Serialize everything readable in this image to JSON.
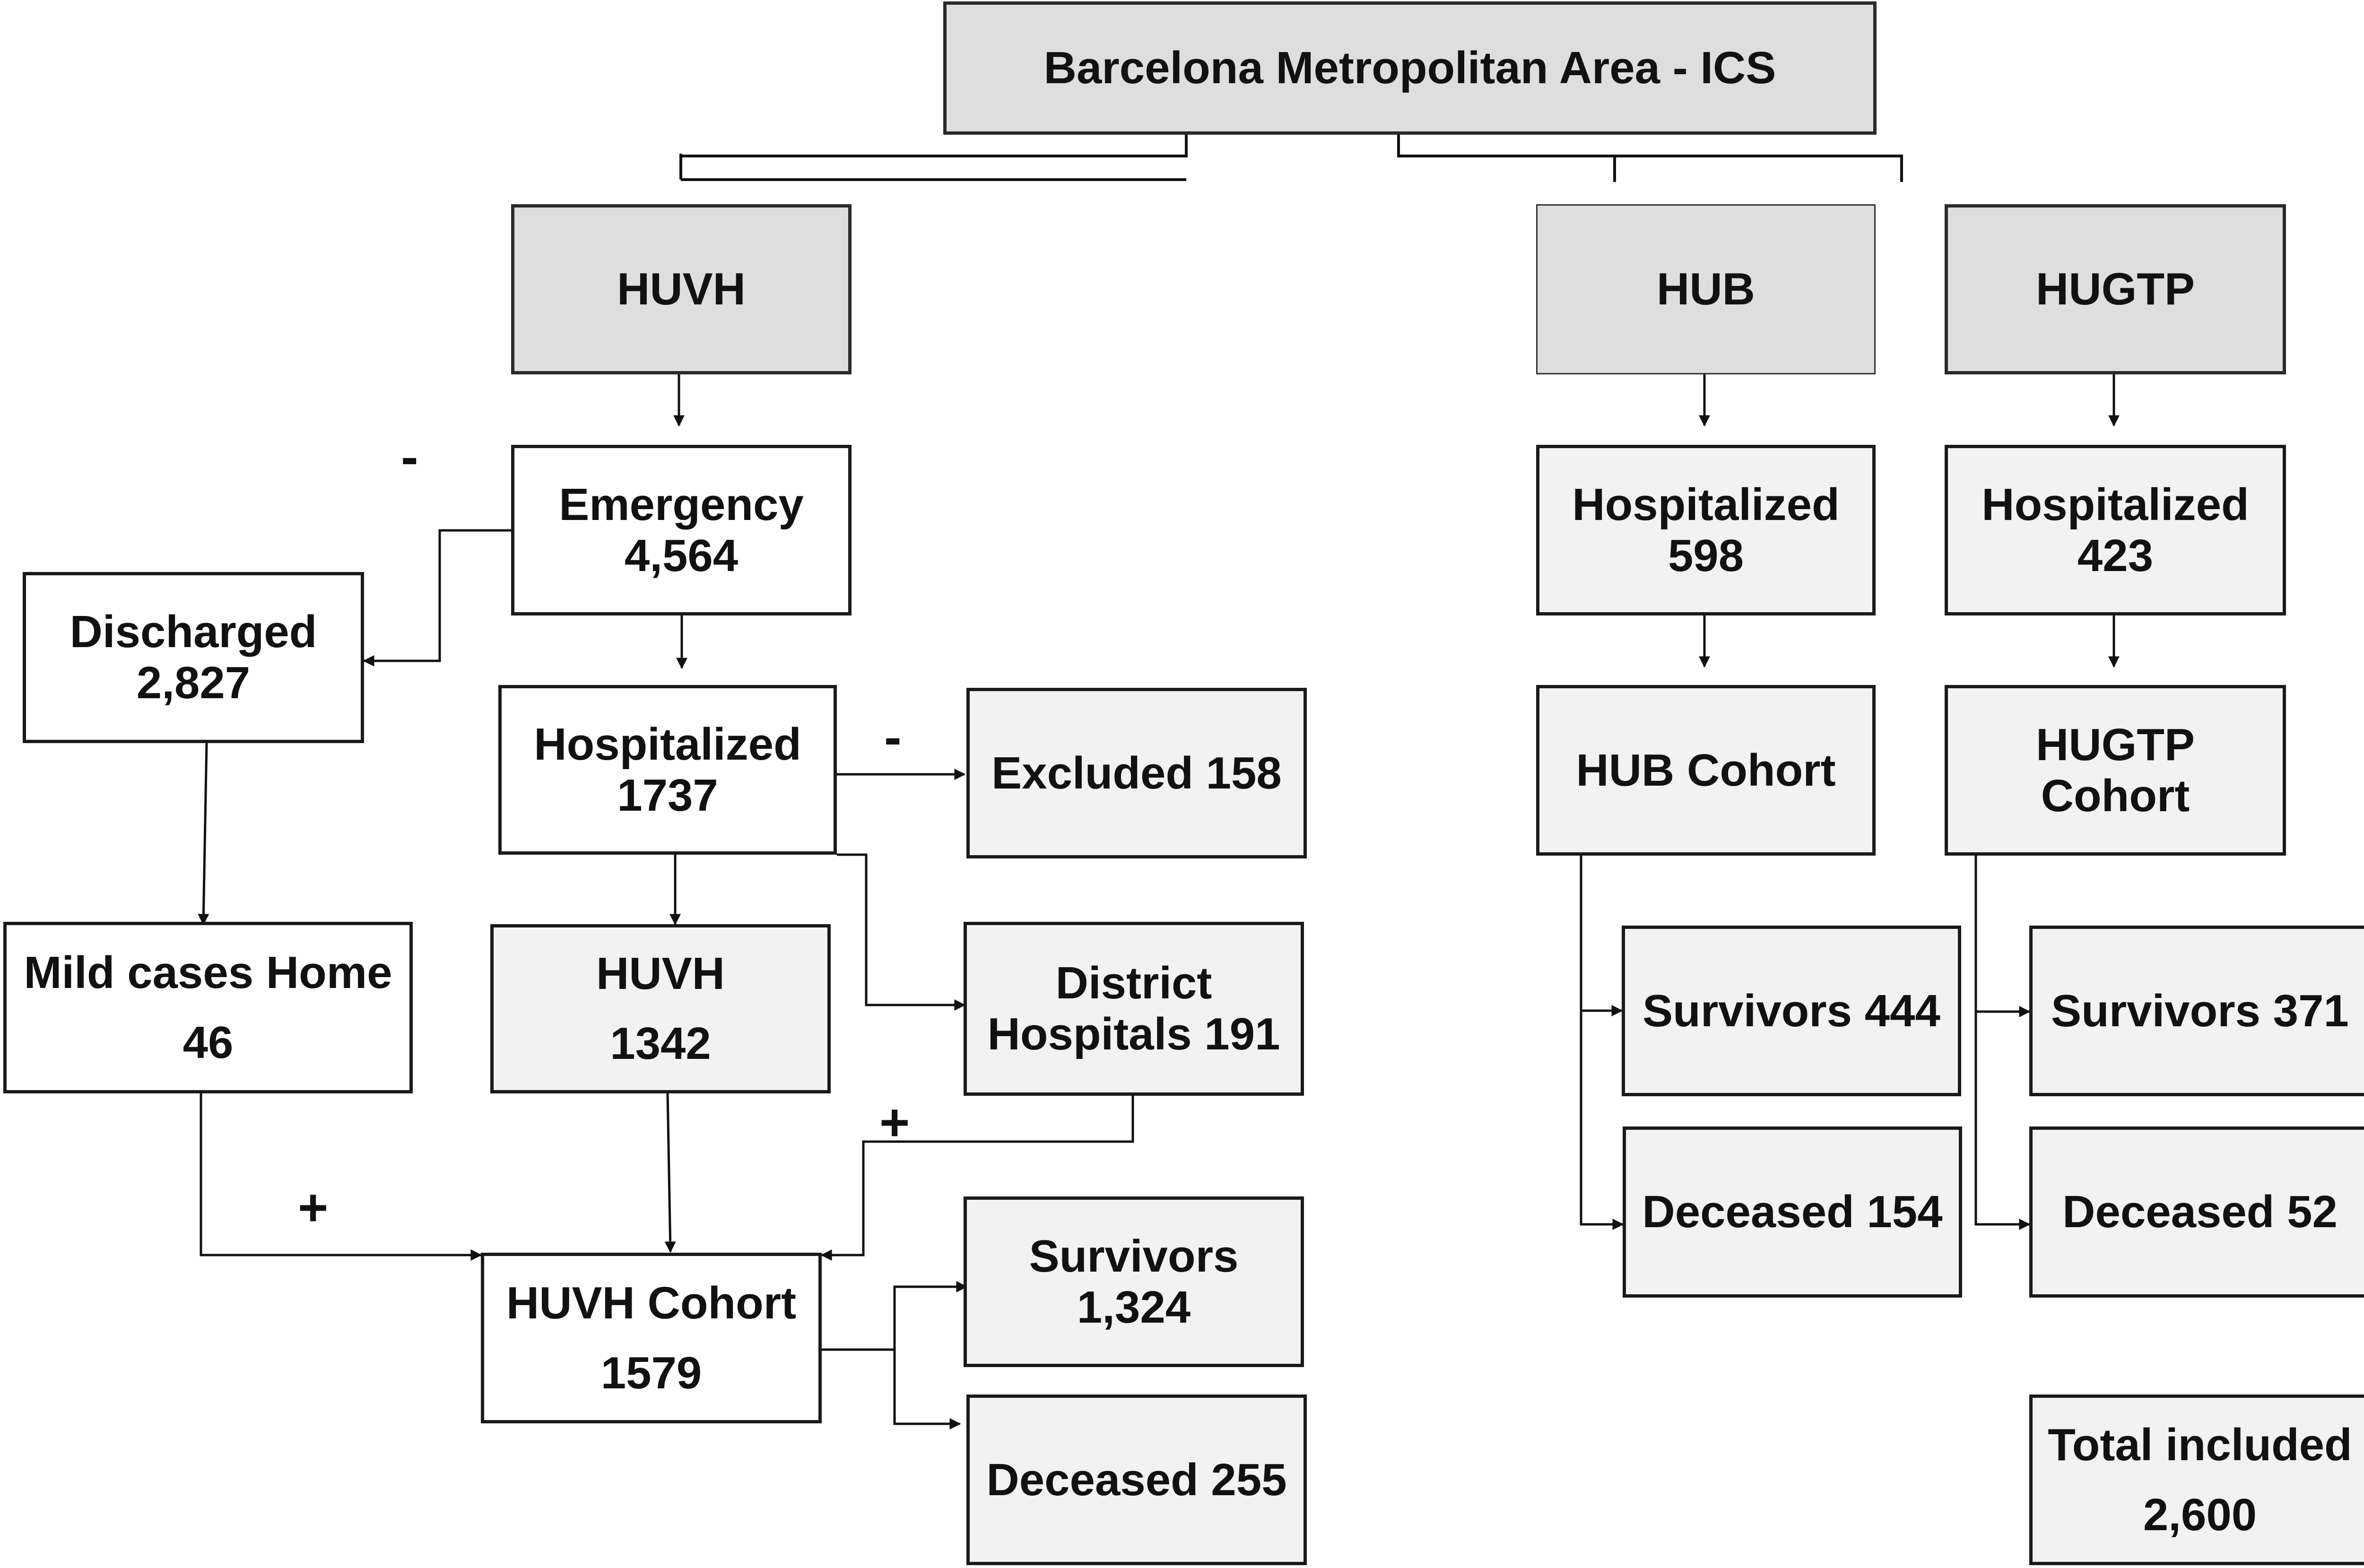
{
  "root": {
    "label": "Barcelona Metropolitan Area - ICS"
  },
  "hospitals": {
    "huvh": "HUVH",
    "hub": "HUB",
    "hugtp": "HUGTP"
  },
  "huvh_flow": {
    "emergency": [
      "Emergency",
      "4,564"
    ],
    "discharged": [
      "Discharged",
      "2,827"
    ],
    "hospitalized": [
      "Hospitalized",
      "1737"
    ],
    "excluded": "Excluded 158",
    "mild_home": [
      "Mild cases Home",
      "46"
    ],
    "huvh_site": [
      "HUVH",
      "1342"
    ],
    "district": [
      "District",
      "Hospitals 191"
    ],
    "cohort": [
      "HUVH Cohort",
      "1579"
    ],
    "survivors": [
      "Survivors",
      "1,324"
    ],
    "deceased": "Deceased 255"
  },
  "hub_flow": {
    "hospitalized": [
      "Hospitalized",
      "598"
    ],
    "cohort": "HUB Cohort",
    "survivors": "Survivors 444",
    "deceased": "Deceased 154"
  },
  "hugtp_flow": {
    "hospitalized": [
      "Hospitalized",
      "423"
    ],
    "cohort": [
      "HUGTP",
      "Cohort"
    ],
    "survivors": "Survivors 371",
    "deceased": "Deceased 52"
  },
  "total": [
    "Total included",
    "2,600"
  ],
  "signs": {
    "minus": "-",
    "plus": "+"
  }
}
